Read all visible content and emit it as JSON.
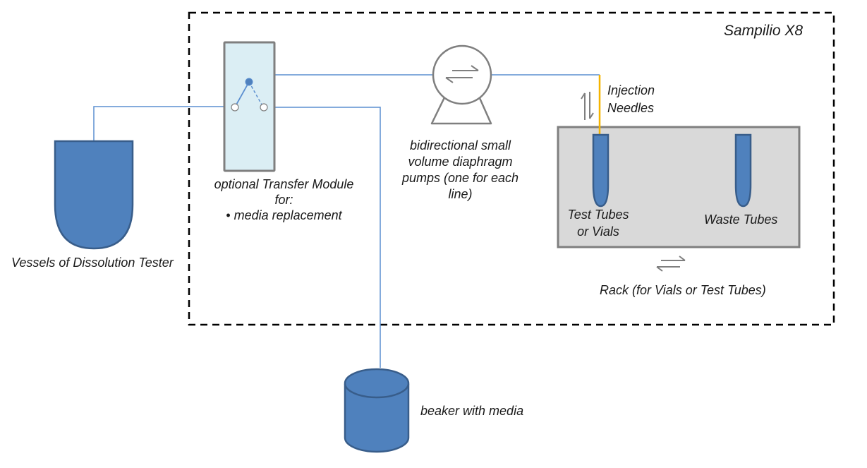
{
  "diagram": {
    "title": "Sampilio X8",
    "colors": {
      "tube_line": "#5b8fd0",
      "vessel_fill": "#4f81bd",
      "vessel_stroke": "#385d8a",
      "module_fill": "#dbeef4",
      "module_stroke": "#7f7f7f",
      "rack_fill": "#d9d9d9",
      "needle": "#f5b400",
      "boundary": "#000000"
    },
    "labels": {
      "vessels": "Vessels of Dissolution Tester",
      "transfer_module_line1": "optional Transfer Module",
      "transfer_module_line2": "for:",
      "transfer_module_line3": "• media replacement",
      "pump_line1": "bidirectional small",
      "pump_line2": "volume diaphragm",
      "pump_line3": "pumps (one for each",
      "pump_line4": "line)",
      "needles_line1": "Injection",
      "needles_line2": "Needles",
      "test_tubes_line1": "Test Tubes",
      "test_tubes_line2": "or Vials",
      "waste_tubes": "Waste Tubes",
      "rack": "Rack (for Vials or Test Tubes)",
      "beaker": "beaker with media"
    },
    "icons": {
      "pump": "bidirectional-arrows",
      "needle_motion": "up-down-arrows",
      "rack_motion": "left-right-arrows"
    }
  }
}
